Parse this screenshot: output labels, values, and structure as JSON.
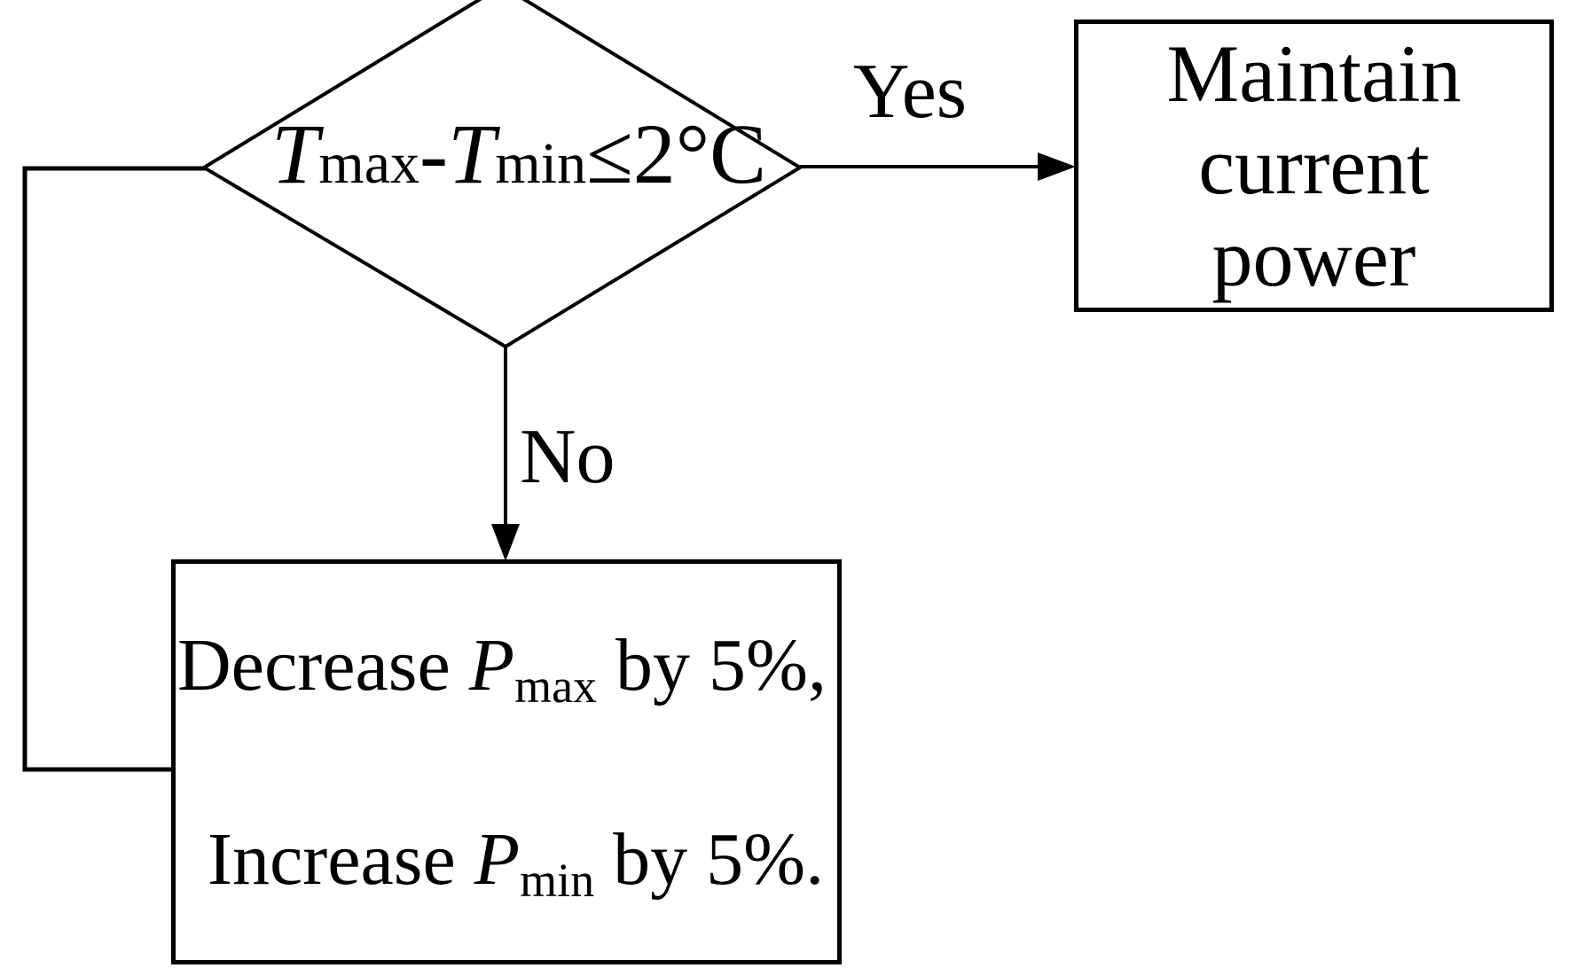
{
  "figure": {
    "background": "#ffffff",
    "stroke_color": "#000000"
  },
  "decision": {
    "var1": "T",
    "sub1": "max",
    "minus": "-",
    "var2": "T",
    "sub2": "min",
    "relation": "≤",
    "value": "2",
    "unit": "°C"
  },
  "edges": {
    "yes_label": "Yes",
    "no_label": "No"
  },
  "maintain_box": {
    "line1": "Maintain",
    "line2": "current",
    "line3": "power"
  },
  "adjust_box": {
    "line1": {
      "action": "Decrease ",
      "var": "P",
      "sub": "max",
      "rest": " by 5%,"
    },
    "line2": {
      "action": "Increase ",
      "var": "P",
      "sub": "min",
      "rest": " by 5%."
    }
  }
}
